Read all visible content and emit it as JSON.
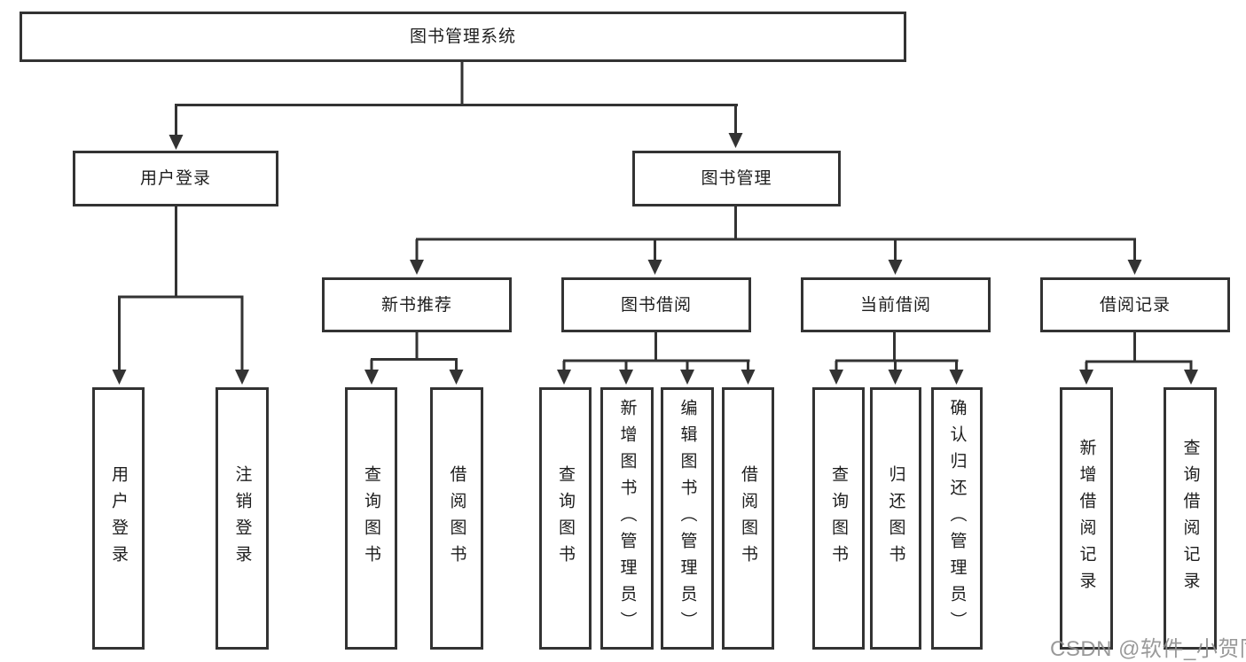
{
  "diagram": {
    "title": "图书管理系统",
    "level1": [
      {
        "label": "用户登录"
      },
      {
        "label": "图书管理"
      }
    ],
    "level2": [
      {
        "label": "新书推荐"
      },
      {
        "label": "图书借阅"
      },
      {
        "label": "当前借阅"
      },
      {
        "label": "借阅记录"
      }
    ],
    "leaves": {
      "user_login": [
        {
          "label": "用户登录"
        },
        {
          "label": "注销登录"
        }
      ],
      "new_book_recommend": [
        {
          "label": "查询图书"
        },
        {
          "label": "借阅图书"
        }
      ],
      "book_borrow": [
        {
          "label": "查询图书"
        },
        {
          "label": "新增图书（管理员）"
        },
        {
          "label": "编辑图书（管理员）"
        },
        {
          "label": "借阅图书"
        }
      ],
      "current_borrow": [
        {
          "label": "查询图书"
        },
        {
          "label": "归还图书"
        },
        {
          "label": "确认归还（管理员）"
        }
      ],
      "borrow_records": [
        {
          "label": "新增借阅记录"
        },
        {
          "label": "查询借阅记录"
        }
      ]
    },
    "watermark": "CSDN @软件_小贺同学",
    "colors": {
      "line": "#333333",
      "text": "#1d1d1d",
      "watermark": "#8f8f8f",
      "background": "#ffffff"
    }
  }
}
